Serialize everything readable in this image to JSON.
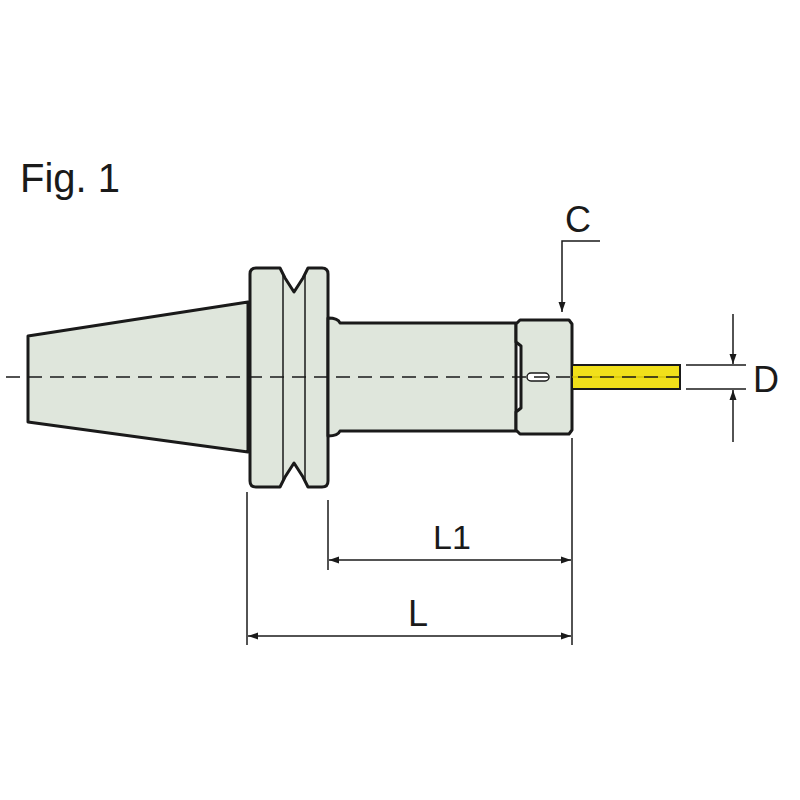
{
  "diagram": {
    "title": "Fig. 1",
    "labels": [
      "C",
      "D",
      "L1",
      "L"
    ]
  }
}
